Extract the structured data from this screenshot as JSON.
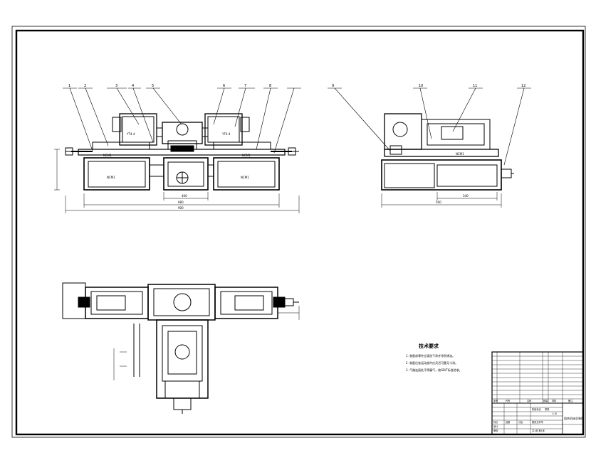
{
  "drawing": {
    "tech_requirements": {
      "title": "技术要求",
      "lines": [
        "1. 装配前零件应清洗干净并涂防锈油。",
        "2. 装配后各运动部件应灵活可靠无卡滞。",
        "3. 气路连接处不得漏气，按GB/T标准验收。"
      ]
    },
    "title_block": {
      "drawing_name": "组合机床总装图",
      "row_headers": [
        "序号",
        "代号",
        "名称",
        "数量",
        "材料",
        "备注"
      ],
      "sign_labels": [
        "标记",
        "处数",
        "分区",
        "更改文件号",
        "签名",
        "年月日"
      ],
      "role_labels": [
        "设计",
        "审核",
        "工艺",
        "批准"
      ],
      "stage_labels": [
        "阶段标记",
        "重量",
        "比例"
      ],
      "scale": "1:10",
      "sheet": "共1张 第1张"
    },
    "balloons": {
      "front": [
        "1",
        "2",
        "3",
        "4",
        "5",
        "6",
        "7",
        "8"
      ],
      "side": [
        "9",
        "10",
        "11",
        "12"
      ]
    },
    "dims": {
      "front_overall": "900",
      "front_inner": "680",
      "front_center": "400",
      "side_overall": "560",
      "side_inner": "340",
      "motor_left": "YT4-4",
      "motor_right": "YT4-4",
      "base_label": "NCM1"
    }
  }
}
